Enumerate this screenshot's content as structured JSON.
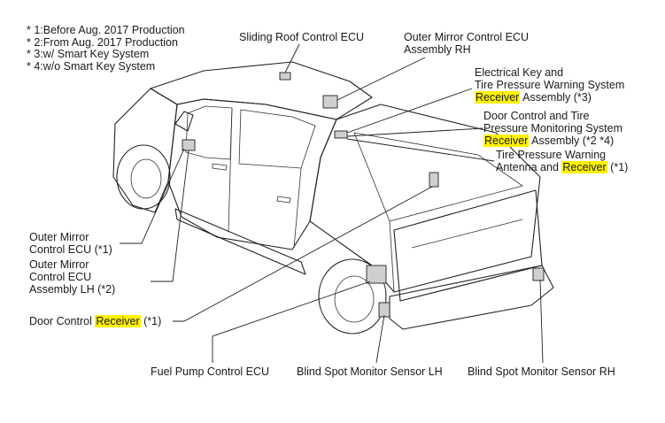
{
  "notes": [
    "* 1:Before Aug. 2017 Production",
    "* 2:From Aug. 2017 Production",
    "* 3:w/ Smart Key System",
    "* 4:w/o Smart Key System"
  ],
  "labels": {
    "sliding_roof": "Sliding Roof Control ECU",
    "outer_mirror_rh_1": "Outer Mirror Control ECU",
    "outer_mirror_rh_2": "Assembly RH",
    "elec_key_1": "Electrical Key and",
    "elec_key_2": "Tire Pressure Warning System",
    "elec_key_3_hl": "Receiver",
    "elec_key_3_rest": " Assembly (*3)",
    "door_tire_1": "Door Control and Tire",
    "door_tire_2": "Pressure Monitoring System",
    "door_tire_3_hl": "Receiver",
    "door_tire_3_rest": " Assembly (*2 *4)",
    "tpw_antenna_1": "Tire Pressure Warning",
    "tpw_antenna_2_pre": "Antenna and ",
    "tpw_antenna_2_hl": "Receiver",
    "tpw_antenna_2_rest": " (*1)",
    "om_ecu_1": "Outer Mirror",
    "om_ecu_2": "Control ECU (*1)",
    "om_lh_1": "Outer Mirror",
    "om_lh_2": "Control ECU",
    "om_lh_3": "Assembly LH (*2)",
    "door_recv_pre": "Door Control ",
    "door_recv_hl": "Receiver",
    "door_recv_rest": " (*1)",
    "fuel_pump": "Fuel Pump Control ECU",
    "bsm_lh": "Blind Spot Monitor Sensor LH",
    "bsm_rh": "Blind Spot Monitor Sensor RH"
  },
  "colors": {
    "highlight": "#fff200",
    "line": "#222222"
  }
}
